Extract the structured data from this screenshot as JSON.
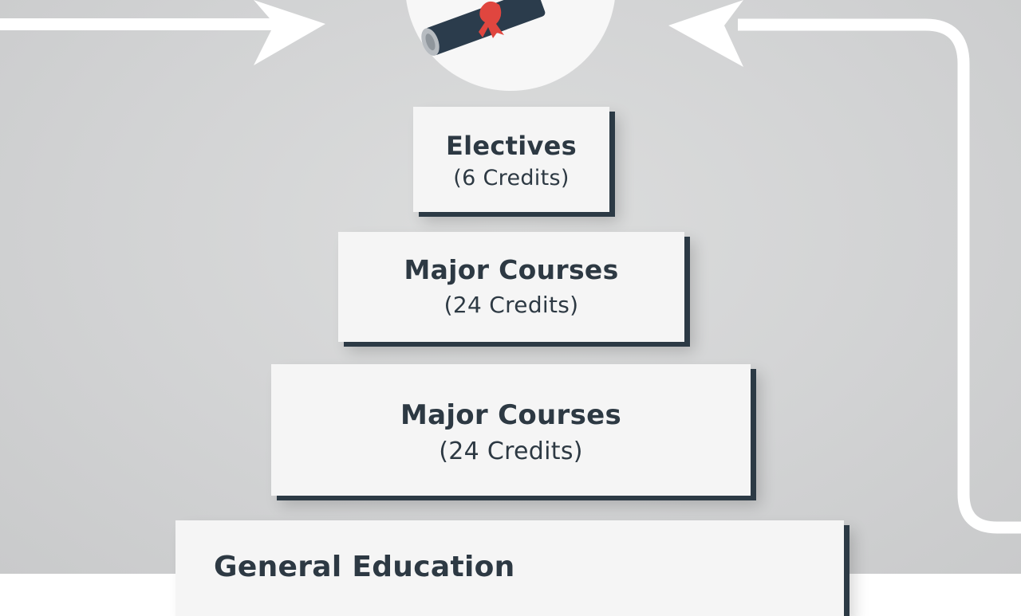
{
  "diagram": {
    "blocks": [
      {
        "id": "electives",
        "title": "Electives",
        "credits": "(6 Credits)"
      },
      {
        "id": "major-1",
        "title": "Major Courses",
        "credits": "(24 Credits)"
      },
      {
        "id": "major-2",
        "title": "Major Courses",
        "credits": "(24 Credits)"
      },
      {
        "id": "gen-ed",
        "title": "General Education",
        "credits": ""
      }
    ],
    "icons": {
      "top": "diploma-icon",
      "left_arrow": "arrow-right-icon",
      "right_arrow": "arrow-left-icon"
    },
    "colors": {
      "background": "#d2d3d4",
      "block_fill": "#f5f5f5",
      "block_shadow": "#2c3a45",
      "text": "#2d3943",
      "connector": "#ffffff",
      "ribbon": "#e0463f",
      "scroll": "#2b3c4c"
    }
  }
}
